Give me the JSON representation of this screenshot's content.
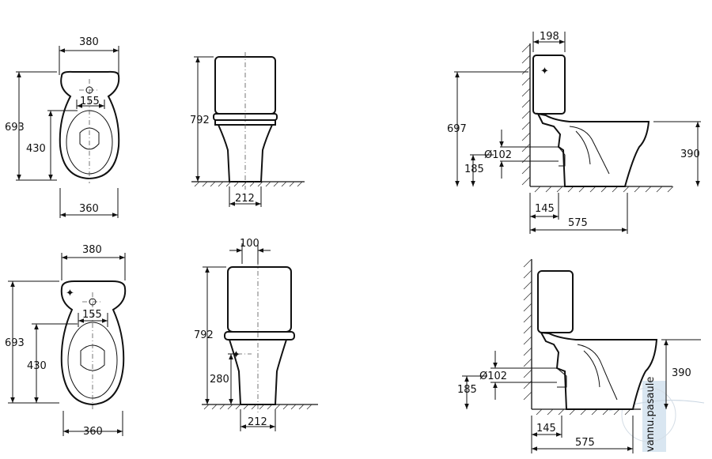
{
  "drawing": {
    "top_row": {
      "plan": {
        "width": "380",
        "length": "693",
        "seat": "430",
        "holes": "155",
        "base": "360"
      },
      "front": {
        "height": "792",
        "foot": "212"
      },
      "side": {
        "tank_depth": "198",
        "height": "697",
        "outlet_dia": "Ø102",
        "outlet_height": "185",
        "rim_height": "390",
        "wall_offset": "145",
        "depth": "575"
      }
    },
    "bottom_row": {
      "plan": {
        "width": "380",
        "length": "693",
        "seat": "430",
        "holes": "155",
        "base": "360"
      },
      "front": {
        "offset": "100",
        "height": "792",
        "inlet_height": "280",
        "foot": "212"
      },
      "side": {
        "outlet_dia": "Ø102",
        "outlet_height": "185",
        "rim_height": "390",
        "wall_offset": "145",
        "depth": "575"
      }
    }
  },
  "watermark": {
    "text": "vannu.pasaule"
  }
}
